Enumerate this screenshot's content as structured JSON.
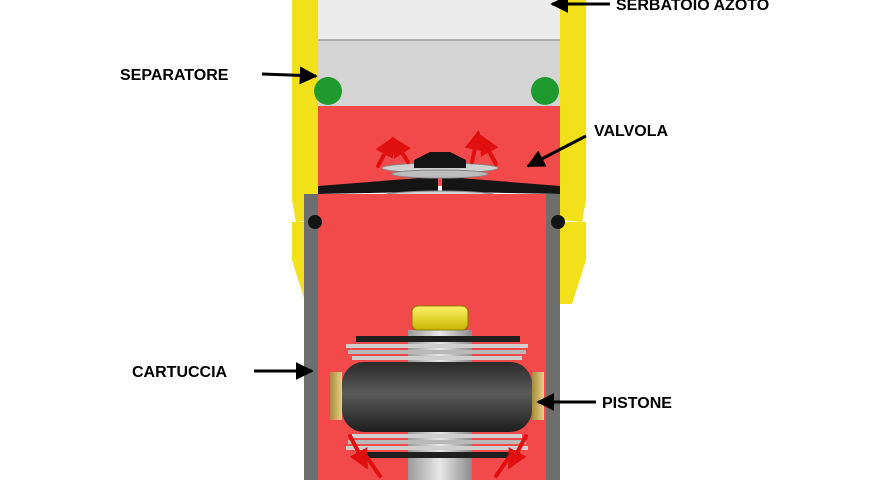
{
  "labels": {
    "serbatoio": "SERBATOIO AZOTO",
    "separatore": "SEPARATORE",
    "valvola": "VALVOLA",
    "cartuccia": "CARTUCCIA",
    "pistone": "PISTONE"
  },
  "colors": {
    "oil": "#f24a4a",
    "nitrogen_gas": "#ececec",
    "separator_body": "#d4d4d4",
    "outer_body": "#f2e01a",
    "cartridge_wall": "#6e6e6e",
    "piston": "#3c3c3c",
    "seal_ring": "#1e9a2e",
    "flow_arrows": "#e01010",
    "label_text": "#000000"
  }
}
